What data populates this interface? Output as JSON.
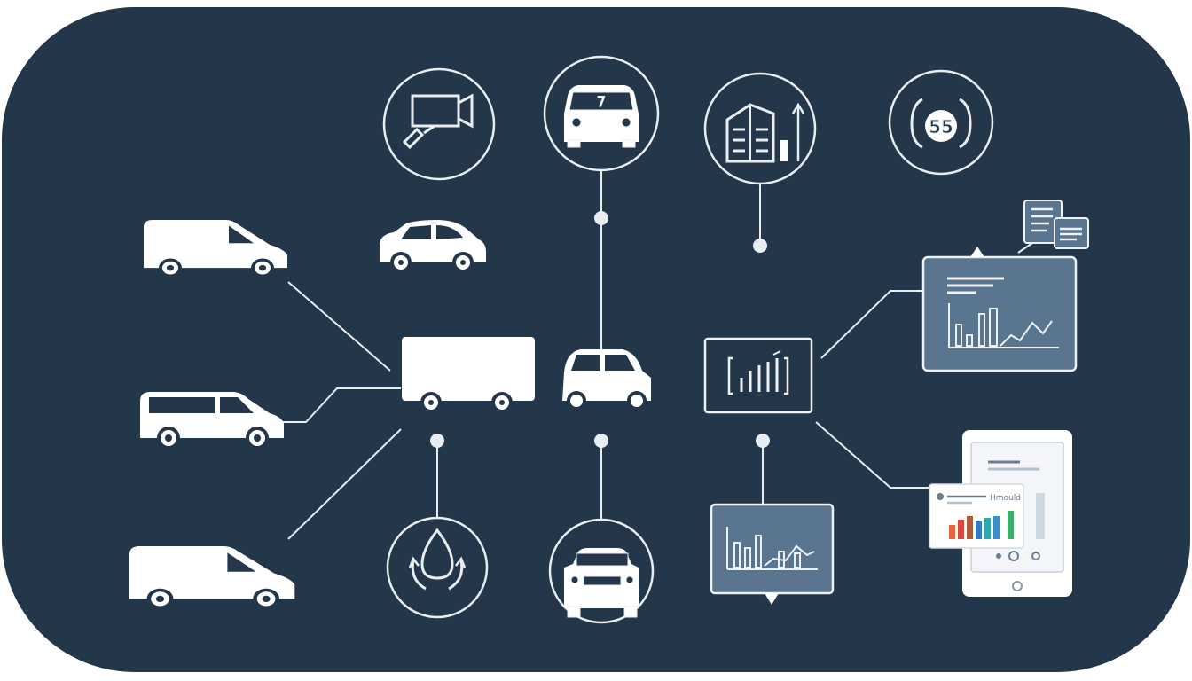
{
  "colors": {
    "background": "#23364a",
    "page": "#ffffff",
    "line": "#e8edf2",
    "vehicle": "#ffffff",
    "panel": "#5a7590",
    "panel_stroke": "#eef2f6",
    "bar_orange": "#e8643c",
    "bar_red": "#d9483b",
    "bar_brown": "#b05a3a",
    "bar_blue": "#2f7fc0",
    "bar_green": "#3bb06b",
    "bar_teal": "#2fa7b0"
  },
  "icons": {
    "video_camera": "video-camera-icon",
    "car_front": "car-front-icon",
    "building_growth": "building-growth-icon",
    "speed_cycle": "speed-cycle-icon",
    "fuel_drop": "fuel-drop-icon",
    "suv_front": "suv-front-icon",
    "documents": "documents-icon"
  },
  "labels": {
    "car_badge": "7",
    "speed_badge": "55",
    "tablet_caption": "Hmould"
  }
}
